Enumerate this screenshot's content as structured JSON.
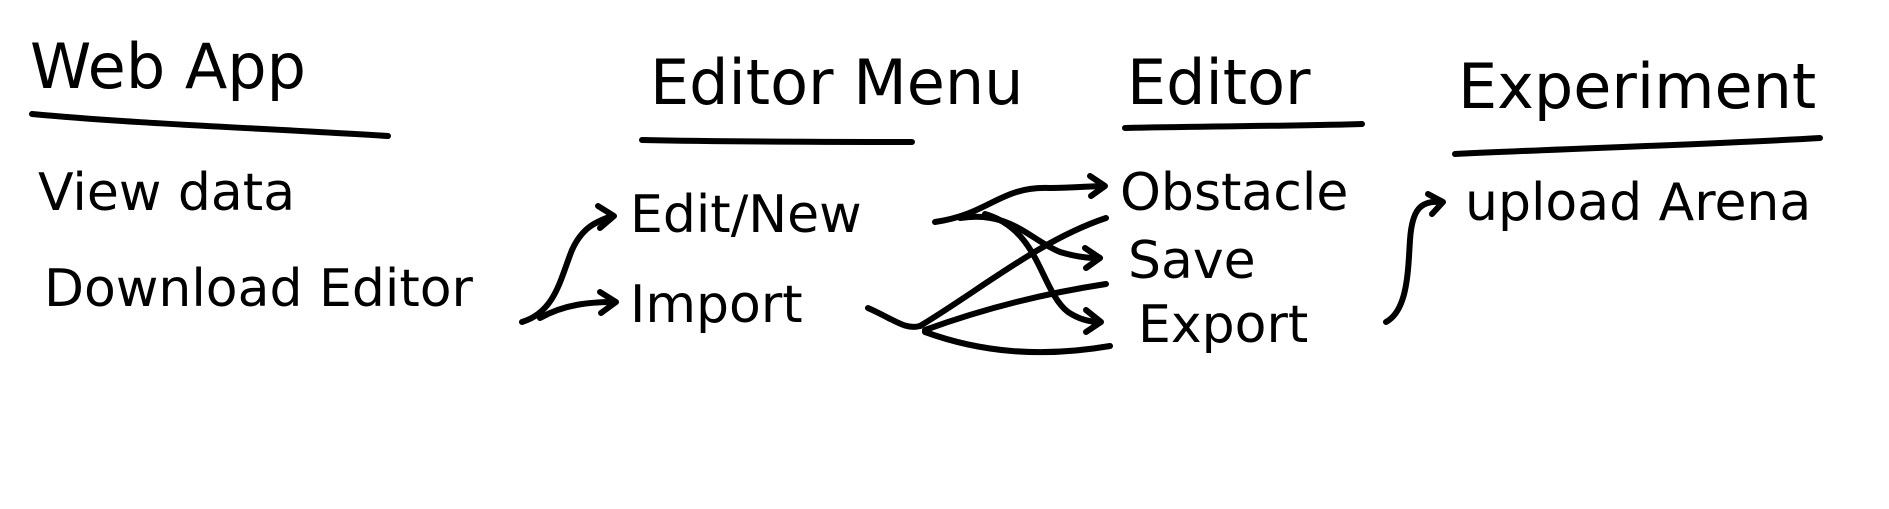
{
  "columns": {
    "web_app": {
      "heading": "Web App",
      "items": [
        "View data",
        "Download Editor"
      ]
    },
    "editor_menu": {
      "heading": "Editor Menu",
      "items": [
        "Edit/New",
        "Import"
      ]
    },
    "editor": {
      "heading": "Editor",
      "items": [
        "Obstacle",
        "Save",
        "Export"
      ]
    },
    "experiment": {
      "heading": "Experiment",
      "items": [
        "upload Arena"
      ]
    }
  },
  "colors": {
    "ink": "#000000",
    "background": "#ffffff"
  }
}
